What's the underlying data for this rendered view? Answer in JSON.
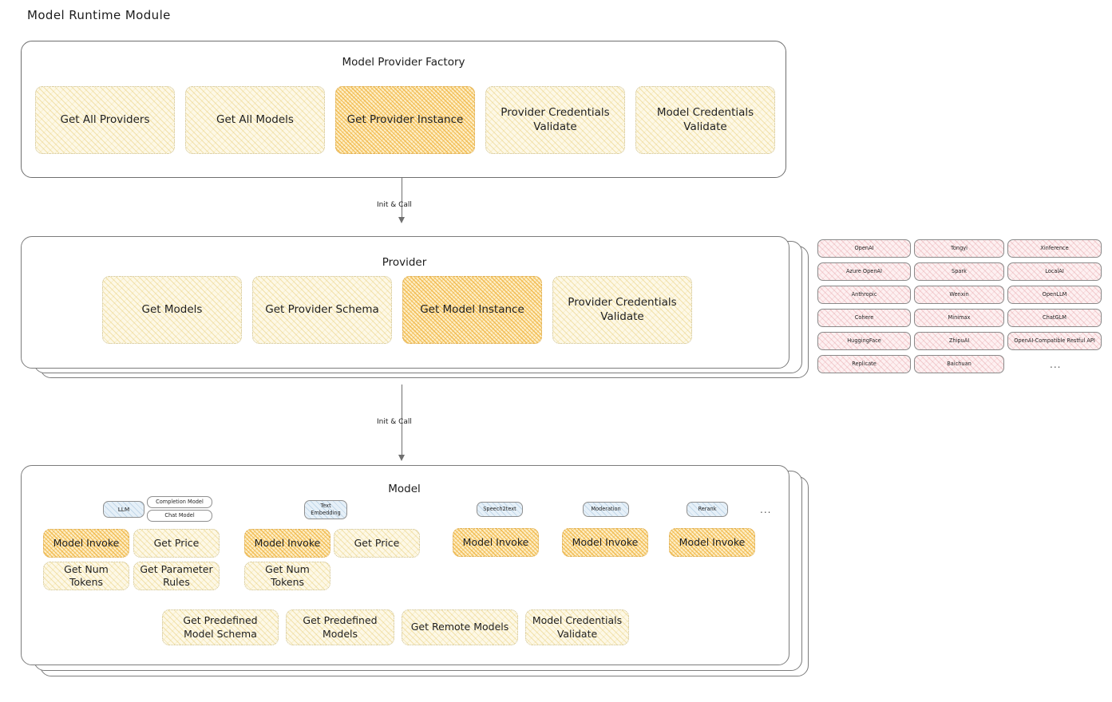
{
  "page": {
    "title": "Model Runtime Module"
  },
  "factory": {
    "title": "Model Provider Factory",
    "nodes": [
      {
        "label": "Get All Providers",
        "highlighted": false
      },
      {
        "label": "Get All Models",
        "highlighted": false
      },
      {
        "label": "Get Provider Instance",
        "highlighted": true
      },
      {
        "label": "Provider Credentials Validate",
        "highlighted": false
      },
      {
        "label": "Model Credentials Validate",
        "highlighted": false
      }
    ]
  },
  "connectors": [
    {
      "label": "Init & Call"
    },
    {
      "label": "Init & Call"
    }
  ],
  "provider": {
    "title": "Provider",
    "nodes": [
      {
        "label": "Get Models",
        "highlighted": false
      },
      {
        "label": "Get Provider Schema",
        "highlighted": false
      },
      {
        "label": "Get Model Instance",
        "highlighted": true
      },
      {
        "label": "Provider Credentials Validate",
        "highlighted": false
      }
    ]
  },
  "provider_list": {
    "columns": [
      {
        "items": [
          "OpenAI",
          "Azure OpenAI",
          "Anthropic",
          "Cohere",
          "HuggingFace",
          "Replicate"
        ]
      },
      {
        "items": [
          "Tongyi",
          "Spark",
          "Wenxin",
          "Minimax",
          "ZhipuAI",
          "Baichuan"
        ]
      },
      {
        "items": [
          "Xinference",
          "LocalAI",
          "OpenLLM",
          "ChatGLM",
          "OpenAI-Compatible Restful API"
        ]
      }
    ],
    "more": "..."
  },
  "model": {
    "title": "Model",
    "more": "...",
    "types": [
      {
        "badge": "LLM",
        "sub_badges": [
          "Completion Model",
          "Chat Model"
        ],
        "methods": [
          {
            "label": "Model Invoke",
            "highlighted": true
          },
          {
            "label": "Get Price",
            "highlighted": false
          },
          {
            "label": "Get Num Tokens",
            "highlighted": false
          },
          {
            "label": "Get Parameter Rules",
            "highlighted": false
          }
        ]
      },
      {
        "badge": "Text Embedding",
        "sub_badges": [],
        "methods": [
          {
            "label": "Model Invoke",
            "highlighted": true
          },
          {
            "label": "Get Price",
            "highlighted": false
          },
          {
            "label": "Get Num Tokens",
            "highlighted": false
          }
        ]
      },
      {
        "badge": "Speech2text",
        "sub_badges": [],
        "methods": [
          {
            "label": "Model Invoke",
            "highlighted": true
          }
        ]
      },
      {
        "badge": "Moderation",
        "sub_badges": [],
        "methods": [
          {
            "label": "Model Invoke",
            "highlighted": true
          }
        ]
      },
      {
        "badge": "Rerank",
        "sub_badges": [],
        "methods": [
          {
            "label": "Model Invoke",
            "highlighted": true
          }
        ]
      }
    ],
    "shared_methods": [
      {
        "label": "Get Predefined Model Schema"
      },
      {
        "label": "Get Predefined Models"
      },
      {
        "label": "Get Remote Models"
      },
      {
        "label": "Model Credentials Validate"
      }
    ]
  }
}
